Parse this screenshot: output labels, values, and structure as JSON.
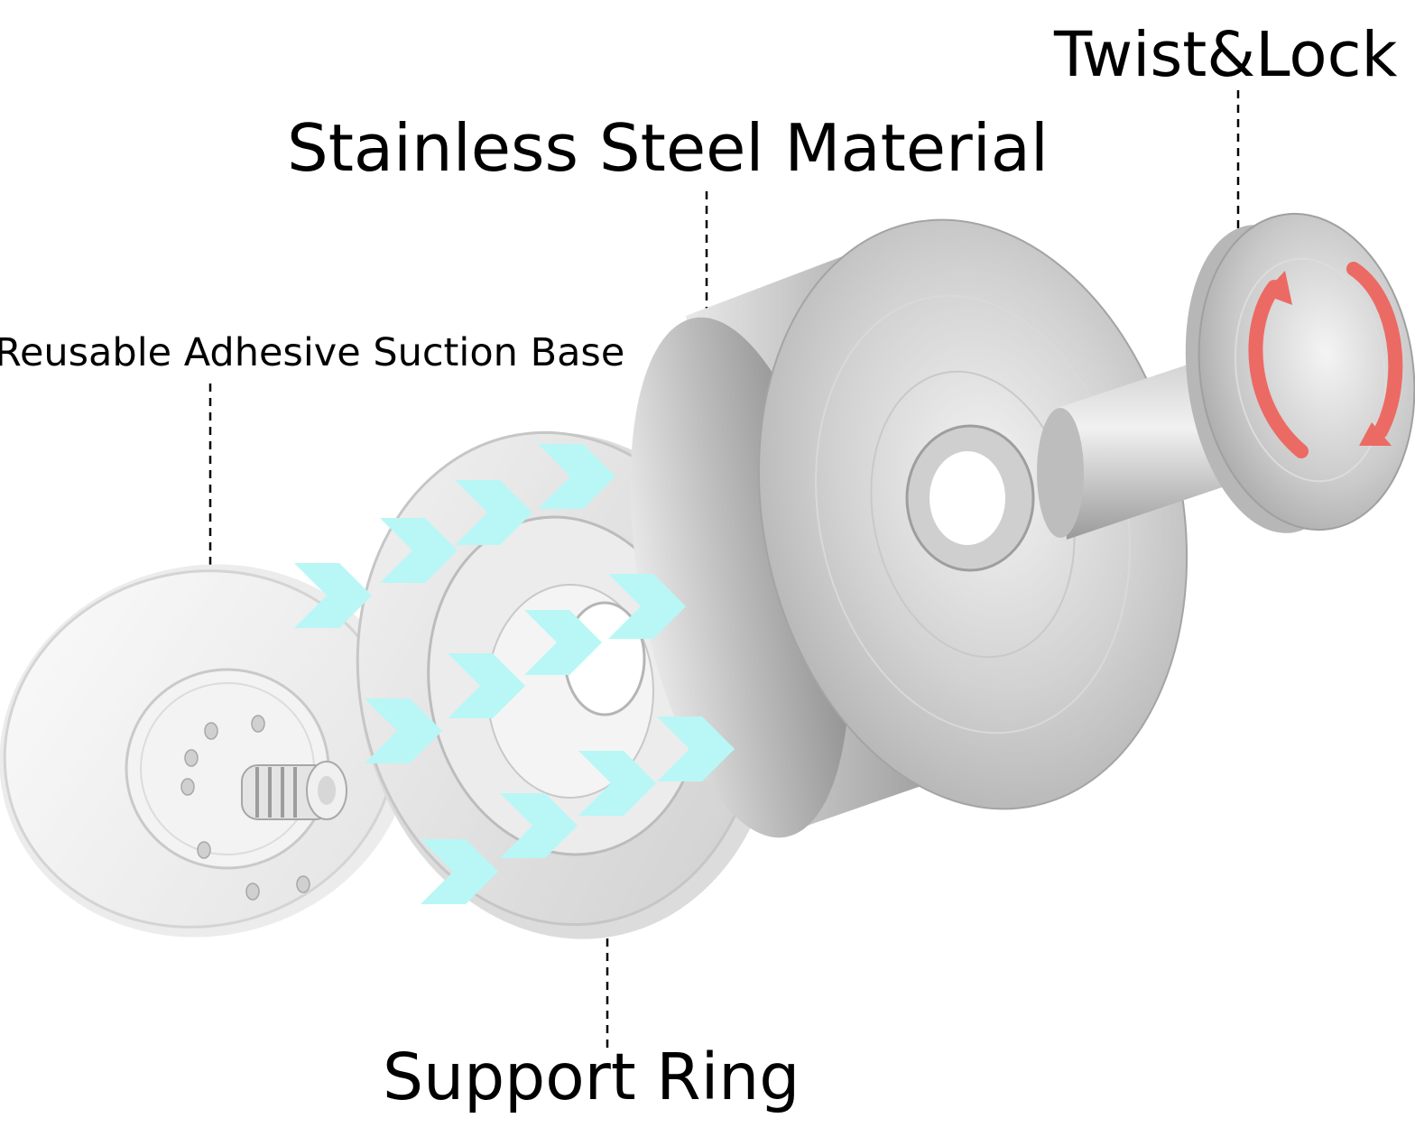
{
  "labels": {
    "twist_lock": "Twist&Lock",
    "stainless_steel": "Stainless Steel Material",
    "suction_base": "Reusable Adhesive Suction Base",
    "support_ring": "Support Ring"
  },
  "colors": {
    "background": "#ffffff",
    "text": "#000000",
    "metal_light": "#e6e6e6",
    "metal_mid": "#b8b8b8",
    "metal_dark": "#8a8a8a",
    "arrow_cyan": "#b8f7f5",
    "rotate_red": "#ec6a64"
  },
  "icons": {
    "rotate": "rotate-arrows-icon",
    "insert": "chevron-right-icon"
  }
}
